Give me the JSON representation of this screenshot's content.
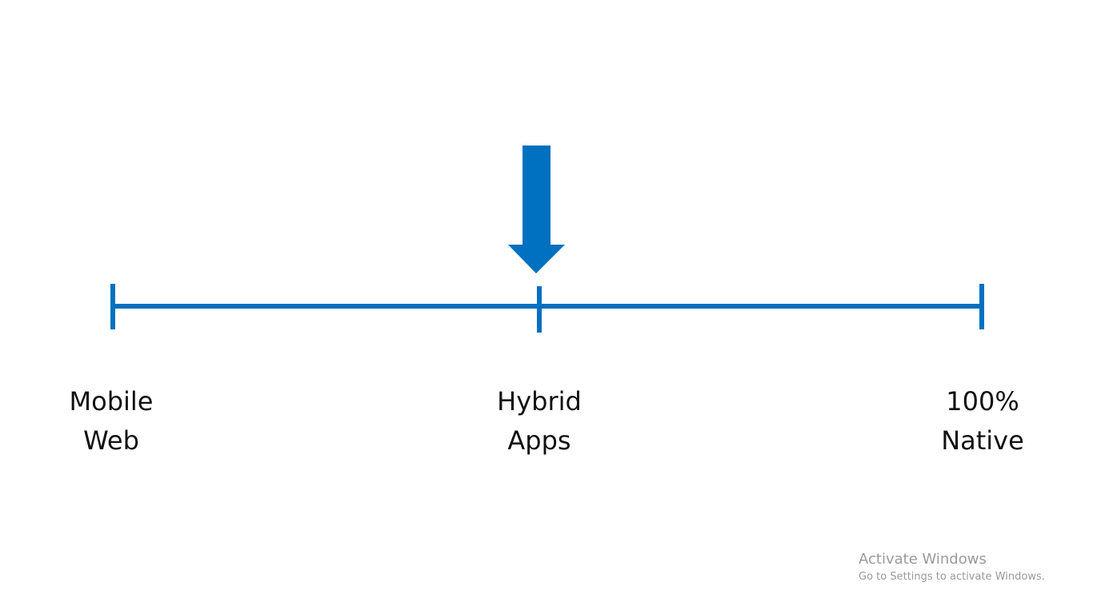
{
  "colors": {
    "accent": "#0070C0",
    "text": "#111111",
    "watermark": "#9a9a9a",
    "background": "#ffffff"
  },
  "spectrum": {
    "stops": [
      {
        "line1": "Mobile",
        "line2": "Web"
      },
      {
        "line1": "Hybrid",
        "line2": "Apps"
      },
      {
        "line1": "100%",
        "line2": "Native"
      }
    ],
    "indicator_icon": "down-arrow-icon",
    "highlighted_stop": "Hybrid Apps"
  },
  "watermark": {
    "title": "Activate Windows",
    "subtitle": "Go to Settings to activate Windows."
  }
}
